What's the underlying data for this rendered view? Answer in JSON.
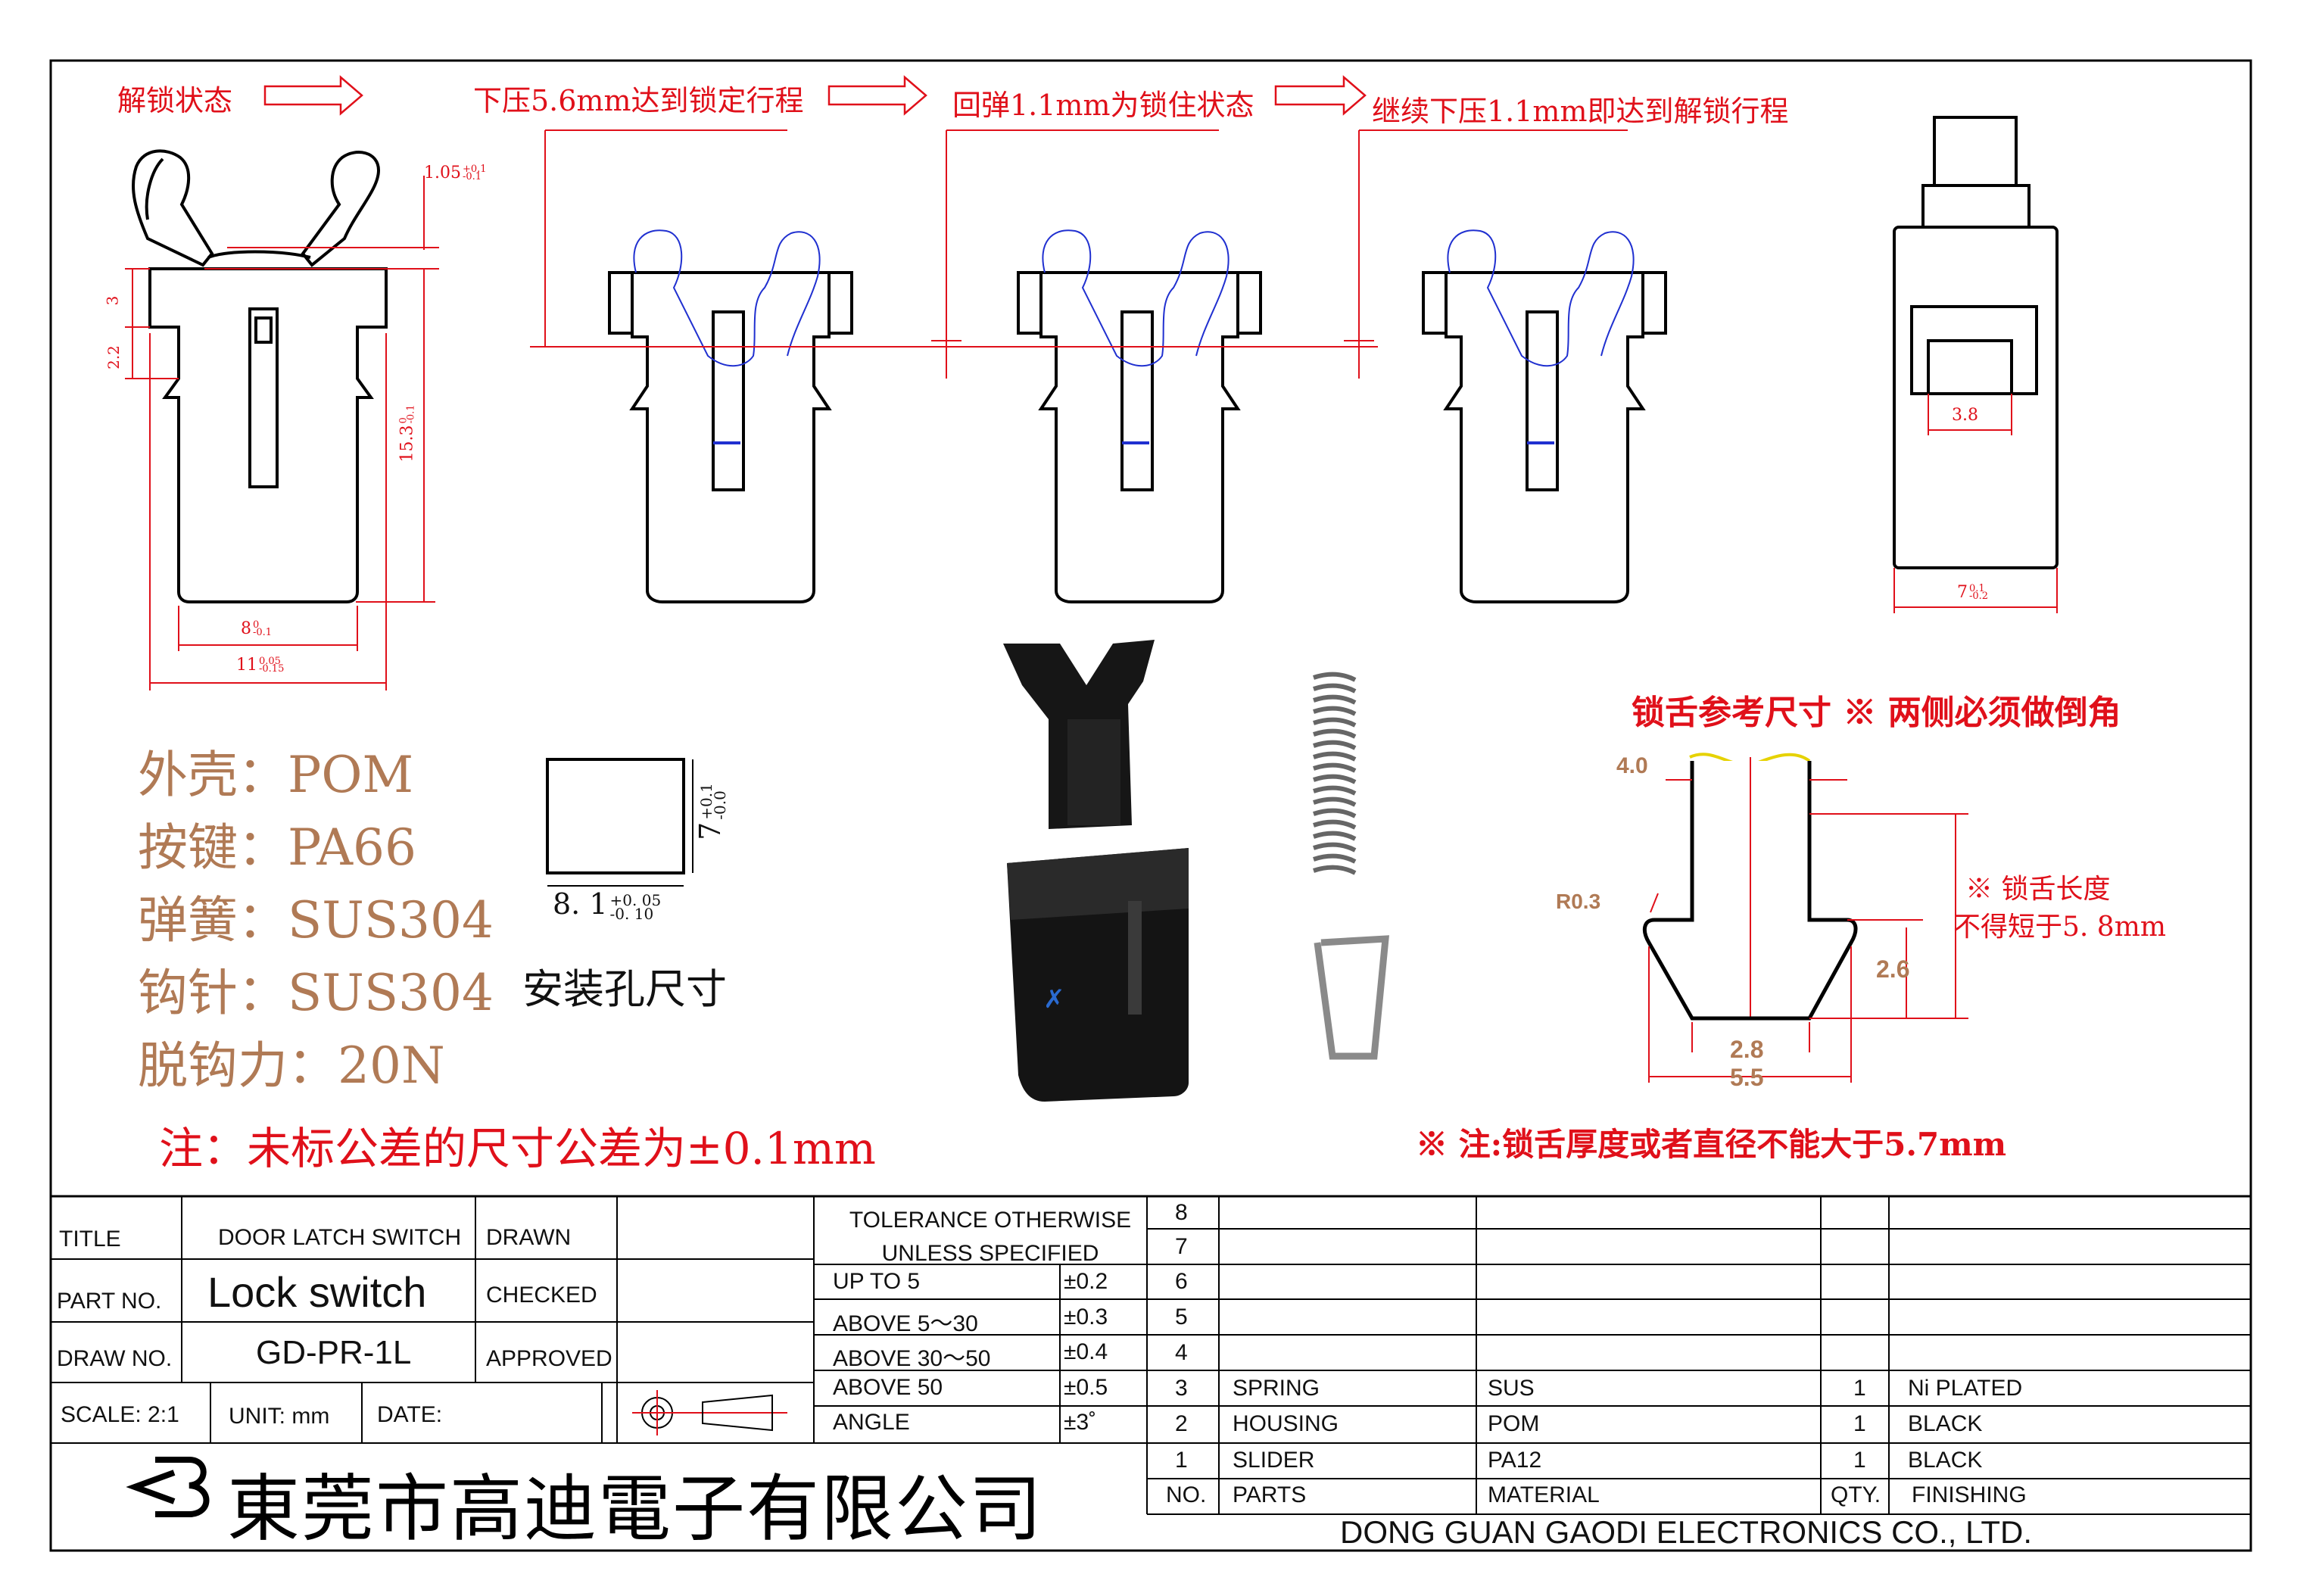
{
  "process_labels": {
    "step1": "解锁状态",
    "step2": "下压5.6mm达到锁定行程",
    "step3": "回弹1.1mm为锁住状态",
    "step4": "继续下压1.1mm即达到解锁行程"
  },
  "left_view_dims": {
    "top_tol": "1.05",
    "top_tol_sup": "+0.1",
    "top_tol_sub": "-0.1",
    "d3": "3",
    "d22": "2.2",
    "height": "15.3",
    "height_sup": "0",
    "height_sub": "-0.1",
    "w8": "8",
    "w8_sup": "0",
    "w8_sub": "-0.1",
    "w11": "11",
    "w11_sup": "0.05",
    "w11_sub": "-0.15"
  },
  "side_view_dims": {
    "inner": "3.8",
    "width": "7",
    "width_sup": "0.1",
    "width_sub": "-0.2"
  },
  "materials": [
    {
      "label": "外壳：POM"
    },
    {
      "label": "按键：PA66"
    },
    {
      "label": "弹簧：SUS304"
    },
    {
      "label": "钩针：SUS304"
    },
    {
      "label": "脱钩力：20N"
    }
  ],
  "install_hole": {
    "caption": "安装孔尺寸",
    "height": "7",
    "height_sup": "+0.1",
    "height_sub": "-0.0",
    "width": "8. 1",
    "width_sup": "+0. 05",
    "width_sub": "-0. 10"
  },
  "tongue": {
    "title": "锁舌参考尺寸 ※ 两侧必须做倒角",
    "top_width": "4.0",
    "radius": "R0.3",
    "length_note_line1": "※ 锁舌长度",
    "length_note_line2": "不得短于5. 8mm",
    "step_h": "2.6",
    "bottom_w": "2.8",
    "total_w": "5.5"
  },
  "notes": {
    "tolerance_note": "注：未标公差的尺寸公差为±0.1mm",
    "thickness_note": "※ 注:锁舌厚度或者直径不能大于5.7mm"
  },
  "product_mark": "✗",
  "title_block": {
    "title_label": "TITLE",
    "title_value": "DOOR LATCH SWITCH",
    "drawn_label": "DRAWN",
    "part_no_label": "PART NO.",
    "part_no_value": "Lock switch",
    "checked_label": "CHECKED",
    "draw_no_label": "DRAW NO.",
    "draw_no_value": "GD-PR-1L",
    "approved_label": "APPROVED",
    "scale": "SCALE: 2:1",
    "unit": "UNIT: mm",
    "date": "DATE:",
    "tolerance_header_1": "TOLERANCE OTHERWISE",
    "tolerance_header_2": "UNLESS SPECIFIED",
    "tolerances": [
      {
        "range": "UP TO 5",
        "value": "±0.2"
      },
      {
        "range": "ABOVE 5～30",
        "value": "±0.3"
      },
      {
        "range": "ABOVE 30～50",
        "value": "±0.4"
      },
      {
        "range": "ABOVE 50",
        "value": "±0.5"
      },
      {
        "range": "ANGLE",
        "value": "±3˚"
      }
    ],
    "bom_rows": [
      {
        "no": "8",
        "part": "",
        "material": "",
        "qty": "",
        "finish": ""
      },
      {
        "no": "7",
        "part": "",
        "material": "",
        "qty": "",
        "finish": ""
      },
      {
        "no": "6",
        "part": "",
        "material": "",
        "qty": "",
        "finish": ""
      },
      {
        "no": "5",
        "part": "",
        "material": "",
        "qty": "",
        "finish": ""
      },
      {
        "no": "4",
        "part": "",
        "material": "",
        "qty": "",
        "finish": ""
      },
      {
        "no": "3",
        "part": "SPRING",
        "material": "SUS",
        "qty": "1",
        "finish": "Ni PLATED"
      },
      {
        "no": "2",
        "part": "HOUSING",
        "material": "POM",
        "qty": "1",
        "finish": "BLACK"
      },
      {
        "no": "1",
        "part": "SLIDER",
        "material": "PA12",
        "qty": "1",
        "finish": "BLACK"
      }
    ],
    "bom_header": {
      "no": "NO.",
      "part": "PARTS",
      "material": "MATERIAL",
      "qty": "QTY.",
      "finish": "FINISHING"
    },
    "company_cn": "東莞市高迪電子有限公司",
    "company_en": "DONG GUAN GAODI ELECTRONICS CO., LTD."
  }
}
